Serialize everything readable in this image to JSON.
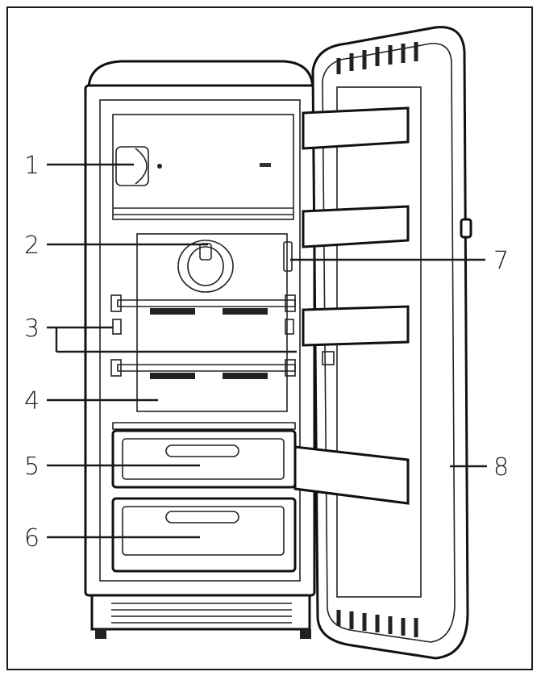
{
  "callouts": [
    {
      "number": "1"
    },
    {
      "number": "2"
    },
    {
      "number": "3"
    },
    {
      "number": "4"
    },
    {
      "number": "5"
    },
    {
      "number": "6"
    },
    {
      "number": "7"
    },
    {
      "number": "8"
    }
  ]
}
